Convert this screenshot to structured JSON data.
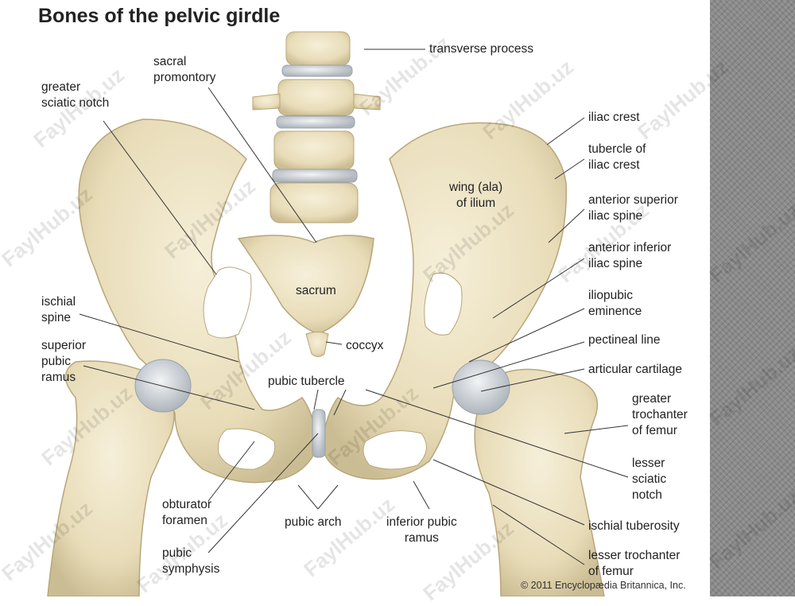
{
  "title": "Bones of the pelvic girdle",
  "labels": {
    "transverse_process": "transverse process",
    "sacral_promontory": "sacral\npromontory",
    "greater_sciatic_notch": "greater\nsciatic notch",
    "iliac_crest": "iliac crest",
    "tubercle_of_iliac_crest": "tubercle of\niliac crest",
    "wing_of_ilium": "wing (ala)\nof ilium",
    "anterior_superior_iliac_spine": "anterior superior\niliac spine",
    "anterior_inferior_iliac_spine": "anterior inferior\niliac spine",
    "sacrum": "sacrum",
    "ischial_spine": "ischial\nspine",
    "iliopubic_eminence": "iliopubic\neminence",
    "pectineal_line": "pectineal line",
    "coccyx": "coccyx",
    "superior_pubic_ramus": "superior\npubic\nramus",
    "articular_cartilage": "articular cartilage",
    "pubic_tubercle": "pubic tubercle",
    "greater_trochanter_of_femur": "greater\ntrochanter\nof femur",
    "lesser_sciatic_notch": "lesser\nsciatic\nnotch",
    "obturator_foramen": "obturator\nforamen",
    "pubic_arch": "pubic arch",
    "inferior_pubic_ramus": "inferior pubic\nramus",
    "ischial_tuberosity": "ischial tuberosity",
    "pubic_symphysis": "pubic\nsymphysis",
    "lesser_trochanter_of_femur": "lesser trochanter\nof femur"
  },
  "copyright": "© 2011 Encyclopædia Britannica, Inc.",
  "watermark": "FaylHub.uz",
  "colors": {
    "bone": "#ece2c4",
    "bone_shadow": "#cdbf98",
    "cartilage": "#d4d8dc",
    "sidebar": "#8a8a8a"
  }
}
